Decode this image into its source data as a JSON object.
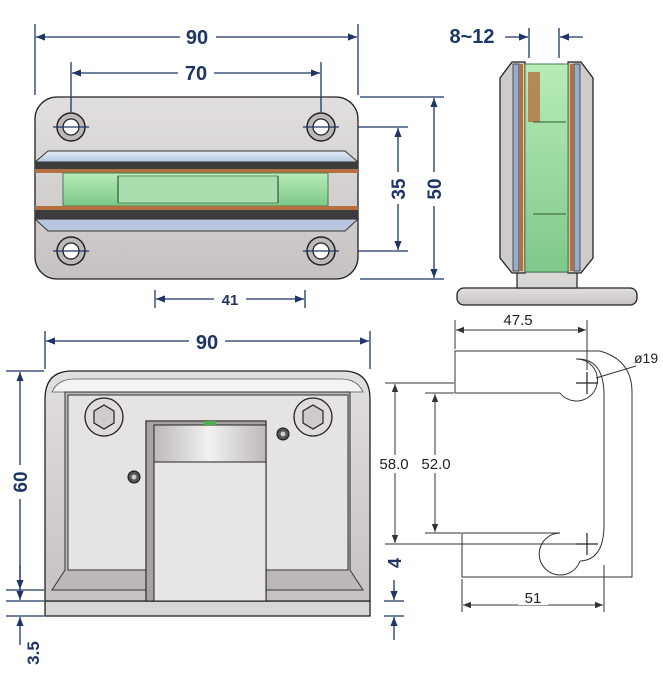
{
  "front_view": {
    "overall_width": "90",
    "hole_spacing": "70",
    "clamp_height": "35",
    "overall_height": "50",
    "bottom_length": "41"
  },
  "side_view": {
    "glass_thickness": "8~12"
  },
  "base_view": {
    "overall_width": "90",
    "height": "60",
    "plate_thickness": "3.5"
  },
  "template_view": {
    "top_length": "47.5",
    "hole_diameter": "ø19",
    "outer_span": "58.0",
    "inner_span": "52.0",
    "gap": "4",
    "bottom_length": "51"
  },
  "colors": {
    "dimension_blue": "#1f3566",
    "metal_gray": "#d3cfcf",
    "copper": "#b5703f",
    "glass_green": "#9fdca3",
    "steel_blue": "#c9d8ec"
  }
}
